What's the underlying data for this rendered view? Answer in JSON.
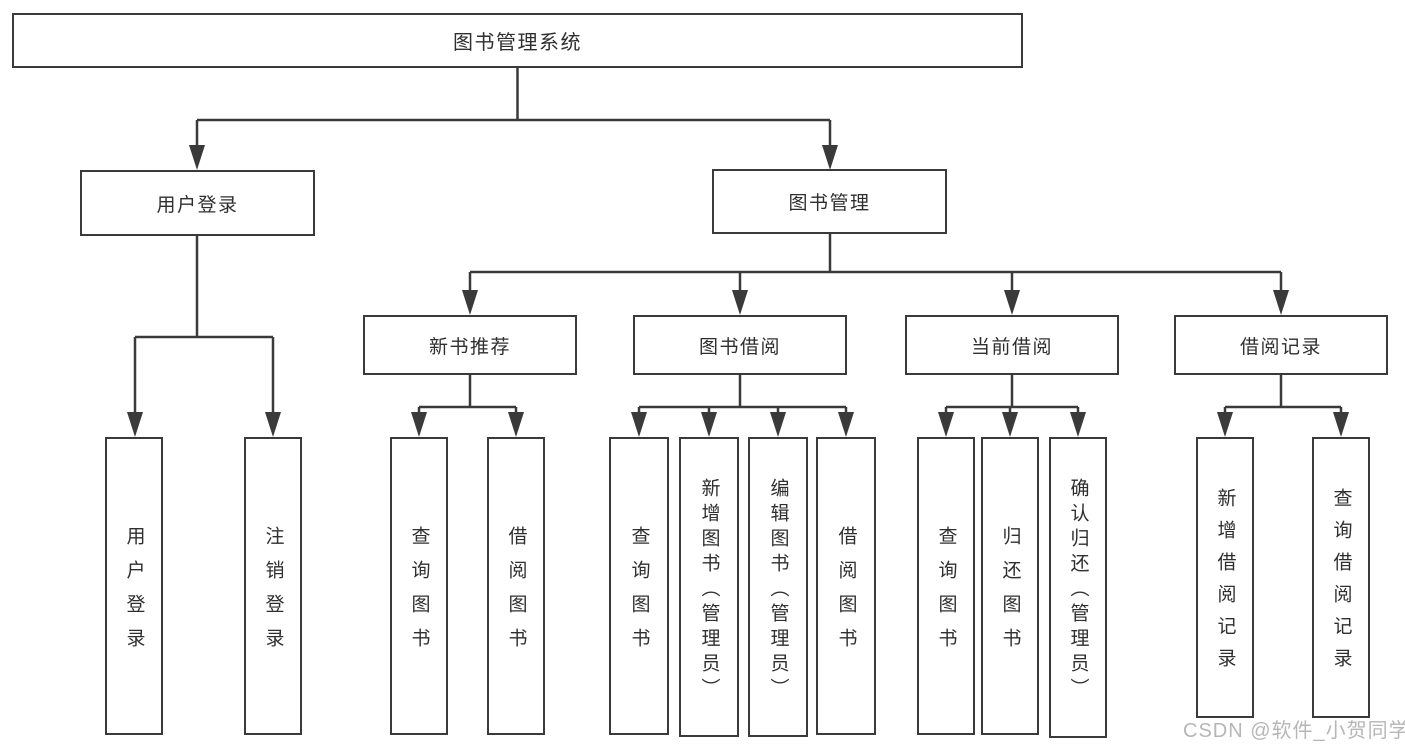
{
  "tree": {
    "root": {
      "label": "图书管理系统",
      "children": [
        {
          "label": "用户登录",
          "children": [
            {
              "label": "用户登录"
            },
            {
              "label": "注销登录"
            }
          ]
        },
        {
          "label": "图书管理",
          "children": [
            {
              "label": "新书推荐",
              "children": [
                {
                  "label": "查询图书"
                },
                {
                  "label": "借阅图书"
                }
              ]
            },
            {
              "label": "图书借阅",
              "children": [
                {
                  "label": "查询图书"
                },
                {
                  "label": "新增图书（管理员）"
                },
                {
                  "label": "编辑图书（管理员）"
                },
                {
                  "label": "借阅图书"
                }
              ]
            },
            {
              "label": "当前借阅",
              "children": [
                {
                  "label": "查询图书"
                },
                {
                  "label": "归还图书"
                },
                {
                  "label": "确认归还（管理员）"
                }
              ]
            },
            {
              "label": "借阅记录",
              "children": [
                {
                  "label": "新增借阅记录"
                },
                {
                  "label": "查询借阅记录"
                }
              ]
            }
          ]
        }
      ]
    }
  },
  "watermark": {
    "text": "CSDN @软件_小贺同学"
  },
  "colors": {
    "line": "#3a3a3a",
    "text": "#2f2f2f",
    "watermark": "#b6b6b6",
    "bg": "#ffffff"
  }
}
